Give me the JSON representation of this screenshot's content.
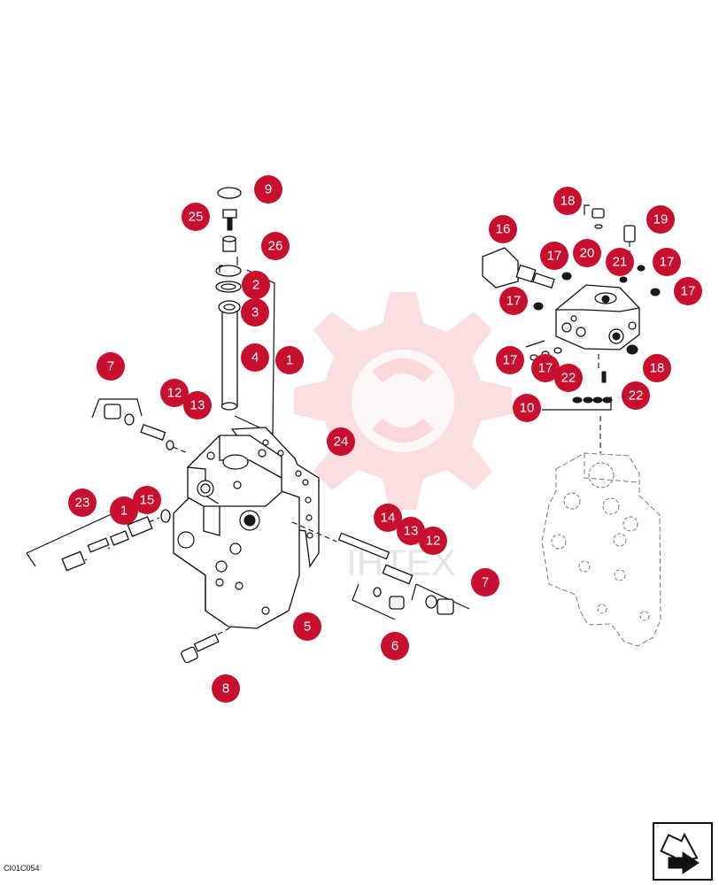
{
  "diagram": {
    "code": "CI01C054",
    "watermark": "IHTEX",
    "callouts": [
      {
        "label": "9"
      },
      {
        "label": "25"
      },
      {
        "label": "26"
      },
      {
        "label": "2"
      },
      {
        "label": "3"
      },
      {
        "label": "4"
      },
      {
        "label": "1"
      },
      {
        "label": "7"
      },
      {
        "label": "12"
      },
      {
        "label": "13"
      },
      {
        "label": "24"
      },
      {
        "label": "23"
      },
      {
        "label": "1"
      },
      {
        "label": "15"
      },
      {
        "label": "14"
      },
      {
        "label": "13"
      },
      {
        "label": "12"
      },
      {
        "label": "7"
      },
      {
        "label": "5"
      },
      {
        "label": "6"
      },
      {
        "label": "8"
      },
      {
        "label": "18"
      },
      {
        "label": "19"
      },
      {
        "label": "16"
      },
      {
        "label": "17"
      },
      {
        "label": "20"
      },
      {
        "label": "21"
      },
      {
        "label": "17"
      },
      {
        "label": "17"
      },
      {
        "label": "17"
      },
      {
        "label": "17"
      },
      {
        "label": "17"
      },
      {
        "label": "22"
      },
      {
        "label": "18"
      },
      {
        "label": "22"
      },
      {
        "label": "10"
      }
    ],
    "callout_color": "#c8102e",
    "nav_icon": "arrow-next-icon"
  }
}
